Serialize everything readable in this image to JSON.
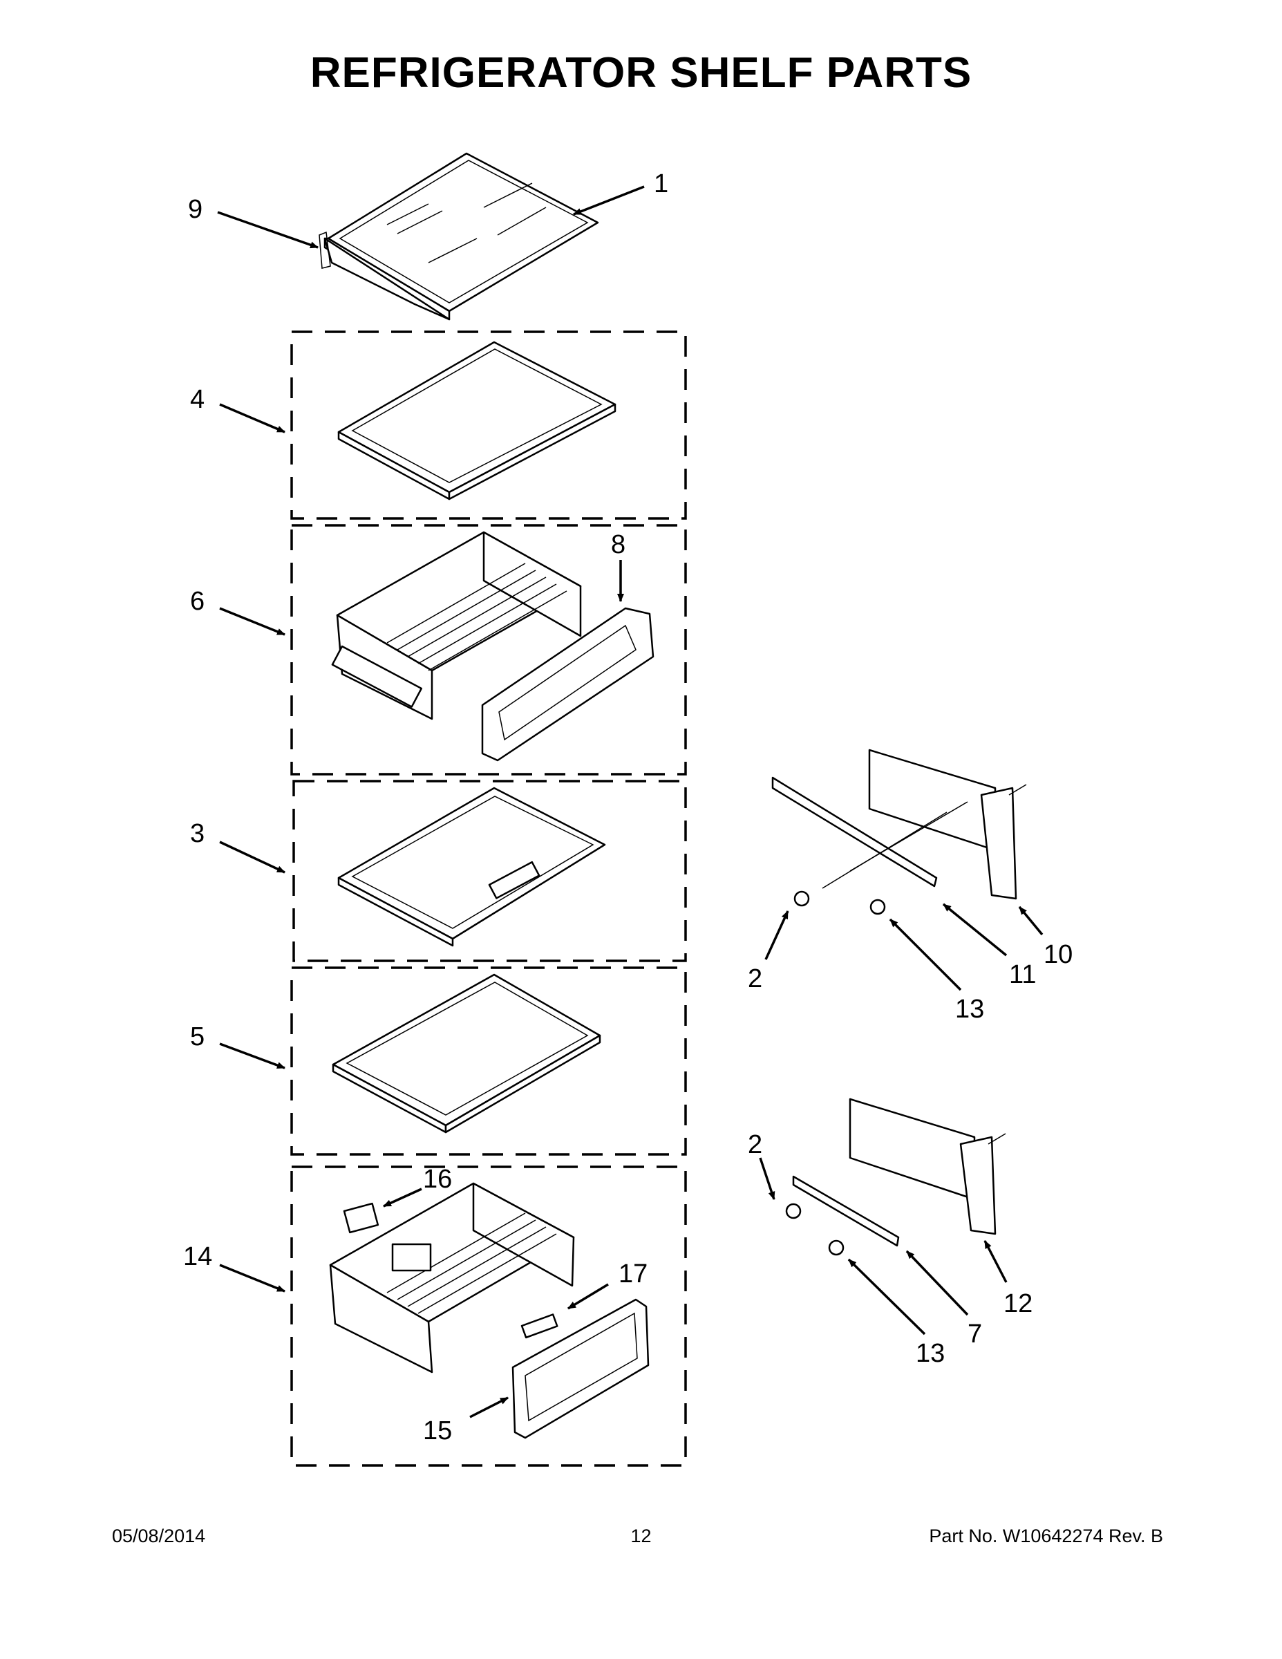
{
  "title": "REFRIGERATOR SHELF PARTS",
  "callouts": {
    "c1": "1",
    "c9": "9",
    "c4": "4",
    "c6": "6",
    "c8": "8",
    "c3": "3",
    "c5": "5",
    "c14": "14",
    "c16": "16",
    "c17": "17",
    "c15": "15",
    "c10": "10",
    "c11": "11",
    "c2a": "2",
    "c13a": "13",
    "c2b": "2",
    "c12": "12",
    "c7": "7",
    "c13b": "13"
  },
  "footer": {
    "date": "05/08/2014",
    "page": "12",
    "part_number": "Part No.  W10642274  Rev.  B"
  }
}
